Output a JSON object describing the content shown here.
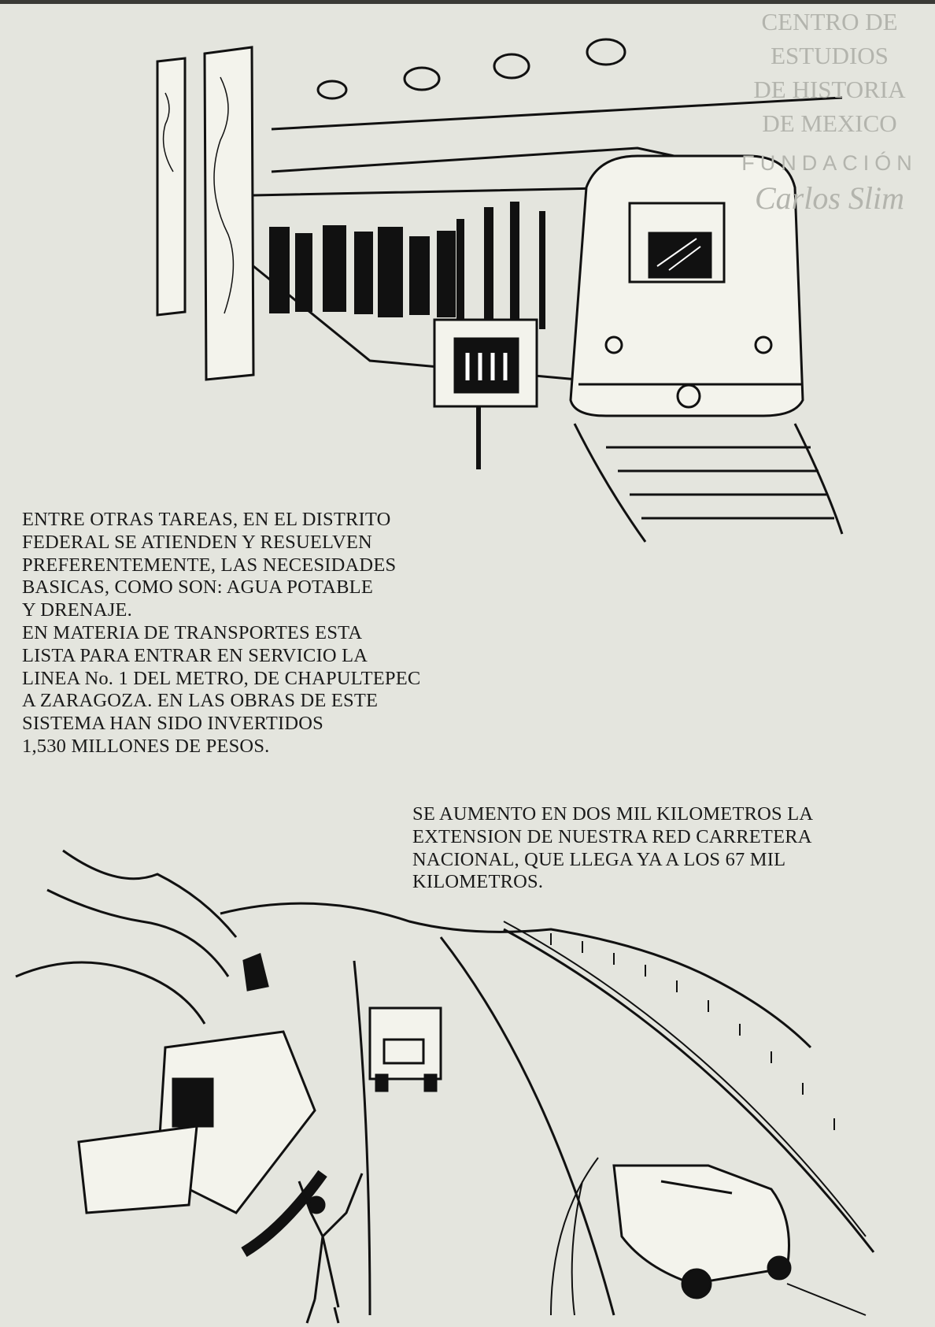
{
  "watermark": {
    "lines": [
      "CENTRO DE",
      "ESTUDIOS",
      "DE HISTORIA",
      "DE MEXICO"
    ],
    "foundation": "FUNDACIÓN",
    "signature": "Carlos Slim"
  },
  "paragraph_metro": {
    "lines": [
      "ENTRE OTRAS TAREAS, EN EL DISTRITO",
      "FEDERAL SE ATIENDEN Y RESUELVEN",
      "PREFERENTEMENTE, LAS NECESIDADES",
      "BASICAS, COMO SON: AGUA POTABLE",
      "Y DRENAJE.",
      "EN MATERIA DE TRANSPORTES ESTA",
      "LISTA PARA ENTRAR EN SERVICIO LA",
      "LINEA No. 1 DEL METRO, DE CHAPULTEPEC",
      "A ZARAGOZA. EN LAS OBRAS DE ESTE",
      "SISTEMA HAN SIDO INVERTIDOS",
      "1,530 MILLONES DE PESOS."
    ]
  },
  "paragraph_roads": {
    "lines": [
      "SE AUMENTO EN DOS MIL KILOMETROS LA",
      "EXTENSION DE NUESTRA RED CARRETERA",
      "NACIONAL, QUE LLEGA YA A LOS 67 MIL",
      "KILOMETROS."
    ]
  }
}
